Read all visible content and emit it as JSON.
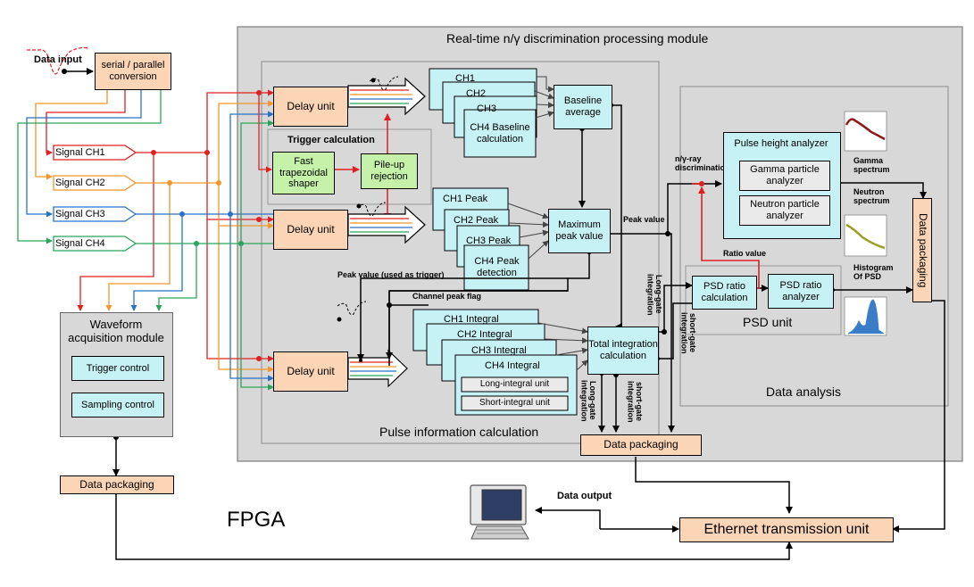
{
  "diagram": {
    "fpga_label": "FPGA",
    "rt_module_title": "Real-time n/γ  discrimination  processing module",
    "pulse_info_title": "Pulse information calculation",
    "data_analysis_title": "Data  analysis",
    "data_input": "Data input",
    "serial_parallel": "serial / parallel conversion",
    "signals": [
      "Signal CH1",
      "Signal CH2",
      "Signal CH3",
      "Signal CH4"
    ],
    "waveform_module": "Waveform acquisition module",
    "trigger_control": "Trigger control",
    "sampling_control": "Sampling control",
    "data_packaging_left": "Data packaging",
    "delay_unit": "Delay unit",
    "trigger_calc_title": "Trigger calculation",
    "fast_trap": "Fast trapezoidal shaper",
    "pileup": "Pile-up rejection",
    "ch_short": [
      "CH1",
      "CH2",
      "CH3"
    ],
    "ch4_baseline": "CH4 Baseline calculation",
    "baseline_avg": "Baseline average",
    "peak_labels": [
      "CH1 Peak",
      "CH2 Peak",
      "CH3 Peak"
    ],
    "ch4_peak": "CH4 Peak detection",
    "max_peak": "Maximum peak value",
    "peak_value": "Peak value",
    "peak_value_trigger": "Peak value (used as trigger)",
    "channel_peak_flag": "Channel peak flag",
    "integral_labels": [
      "CH1 Integral",
      "CH2 Integral",
      "CH3 Integral",
      "CH4 Integral"
    ],
    "long_integral_unit": "Long-integral unit",
    "short_integral_unit": "Short-integral unit",
    "total_integration": "Total integration calculation",
    "long_gate_integration": "Long-gate integration",
    "short_gate_integration": "short-gate integration",
    "data_packaging_mid": "Data packaging",
    "ny_discrimination": "n/γ-ray discrimination",
    "pulse_height_analyzer": "Pulse height analyzer",
    "gamma_analyzer": "Gamma particle analyzer",
    "neutron_analyzer": "Neutron particle analyzer",
    "gamma_spectrum": "Gamma spectrum",
    "neutron_spectrum": "Neutron spectrum",
    "ratio_value": "Ratio value",
    "psd_ratio_calc": "PSD ratio calculation",
    "psd_ratio_analyzer": "PSD ratio analyzer",
    "psd_unit": "PSD unit",
    "histogram_psd": "Histogram Of PSD",
    "data_packaging_right": "Data packaging",
    "ethernet": "Ethernet transmission unit",
    "data_output": "Data output"
  },
  "colors": {
    "module_fill": "#d8d8d8",
    "peach": "#fbd5b5",
    "cyan": "#c6f1f5",
    "green": "#c5f2a8",
    "ch1": "#e02020",
    "ch2": "#f0962a",
    "ch3": "#2a72c8",
    "ch4": "#2aa45a"
  }
}
